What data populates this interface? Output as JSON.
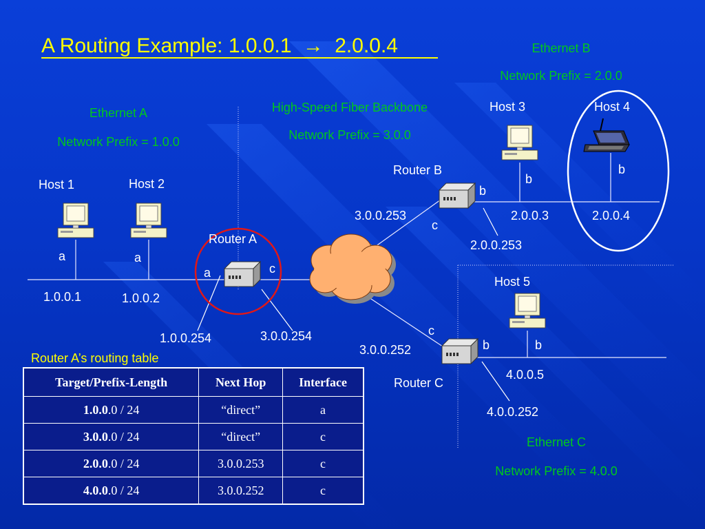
{
  "title": "A Routing Example: 1.0.0.1",
  "title_arrow": "→",
  "title_dest": "2.0.0.4",
  "ethernet_a": {
    "name": "Ethernet A",
    "prefix": "Network Prefix = 1.0.0"
  },
  "backbone": {
    "name": "High-Speed Fiber Backbone",
    "prefix": "Network Prefix = 3.0.0"
  },
  "ethernet_b": {
    "name": "Ethernet B",
    "prefix": "Network Prefix = 2.0.0"
  },
  "ethernet_c": {
    "name": "Ethernet C",
    "prefix": "Network Prefix = 4.0.0"
  },
  "hosts": {
    "host1": {
      "label": "Host 1",
      "iface": "a",
      "ip": "1.0.0.1"
    },
    "host2": {
      "label": "Host 2",
      "iface": "a",
      "ip": "1.0.0.2"
    },
    "host3": {
      "label": "Host 3",
      "iface": "b",
      "ip": "2.0.0.3"
    },
    "host4": {
      "label": "Host 4",
      "iface": "b",
      "ip": "2.0.0.4"
    },
    "host5": {
      "label": "Host 5",
      "iface": "b"
    }
  },
  "router_a": {
    "label": "Router A",
    "iface_a": "a",
    "iface_c": "c",
    "ip_a": "1.0.0.254",
    "ip_c": "3.0.0.254"
  },
  "router_b": {
    "label": "Router B",
    "iface_b": "b",
    "iface_c": "c",
    "ip_c": "3.0.0.253",
    "ip_b": "2.0.0.253"
  },
  "router_c": {
    "label": "Router C",
    "iface_b": "b",
    "iface_c": "c",
    "ip_c": "3.0.0.252",
    "ip_b": "4.0.0.252",
    "host5_ip": "4.0.0.5"
  },
  "routing_table": {
    "caption": "Router A’s routing table",
    "headers": [
      "Target/Prefix-Length",
      "Next Hop",
      "Interface"
    ],
    "rows": [
      {
        "prefix_bold": "1.0.0",
        "prefix_rest": ".0 / 24",
        "next_hop": "“direct”",
        "iface": "a"
      },
      {
        "prefix_bold": "3.0.0",
        "prefix_rest": ".0 / 24",
        "next_hop": "“direct”",
        "iface": "c"
      },
      {
        "prefix_bold": "2.0.0",
        "prefix_rest": ".0 / 24",
        "next_hop": "3.0.0.253",
        "iface": "c"
      },
      {
        "prefix_bold": "4.0.0",
        "prefix_rest": ".0 / 24",
        "next_hop": "3.0.0.252",
        "iface": "c"
      }
    ]
  },
  "colors": {
    "label_green": "#00c81e",
    "highlight_red": "#e01818",
    "title_yellow": "#ffff00",
    "cloud_orange": "#ffb070"
  }
}
